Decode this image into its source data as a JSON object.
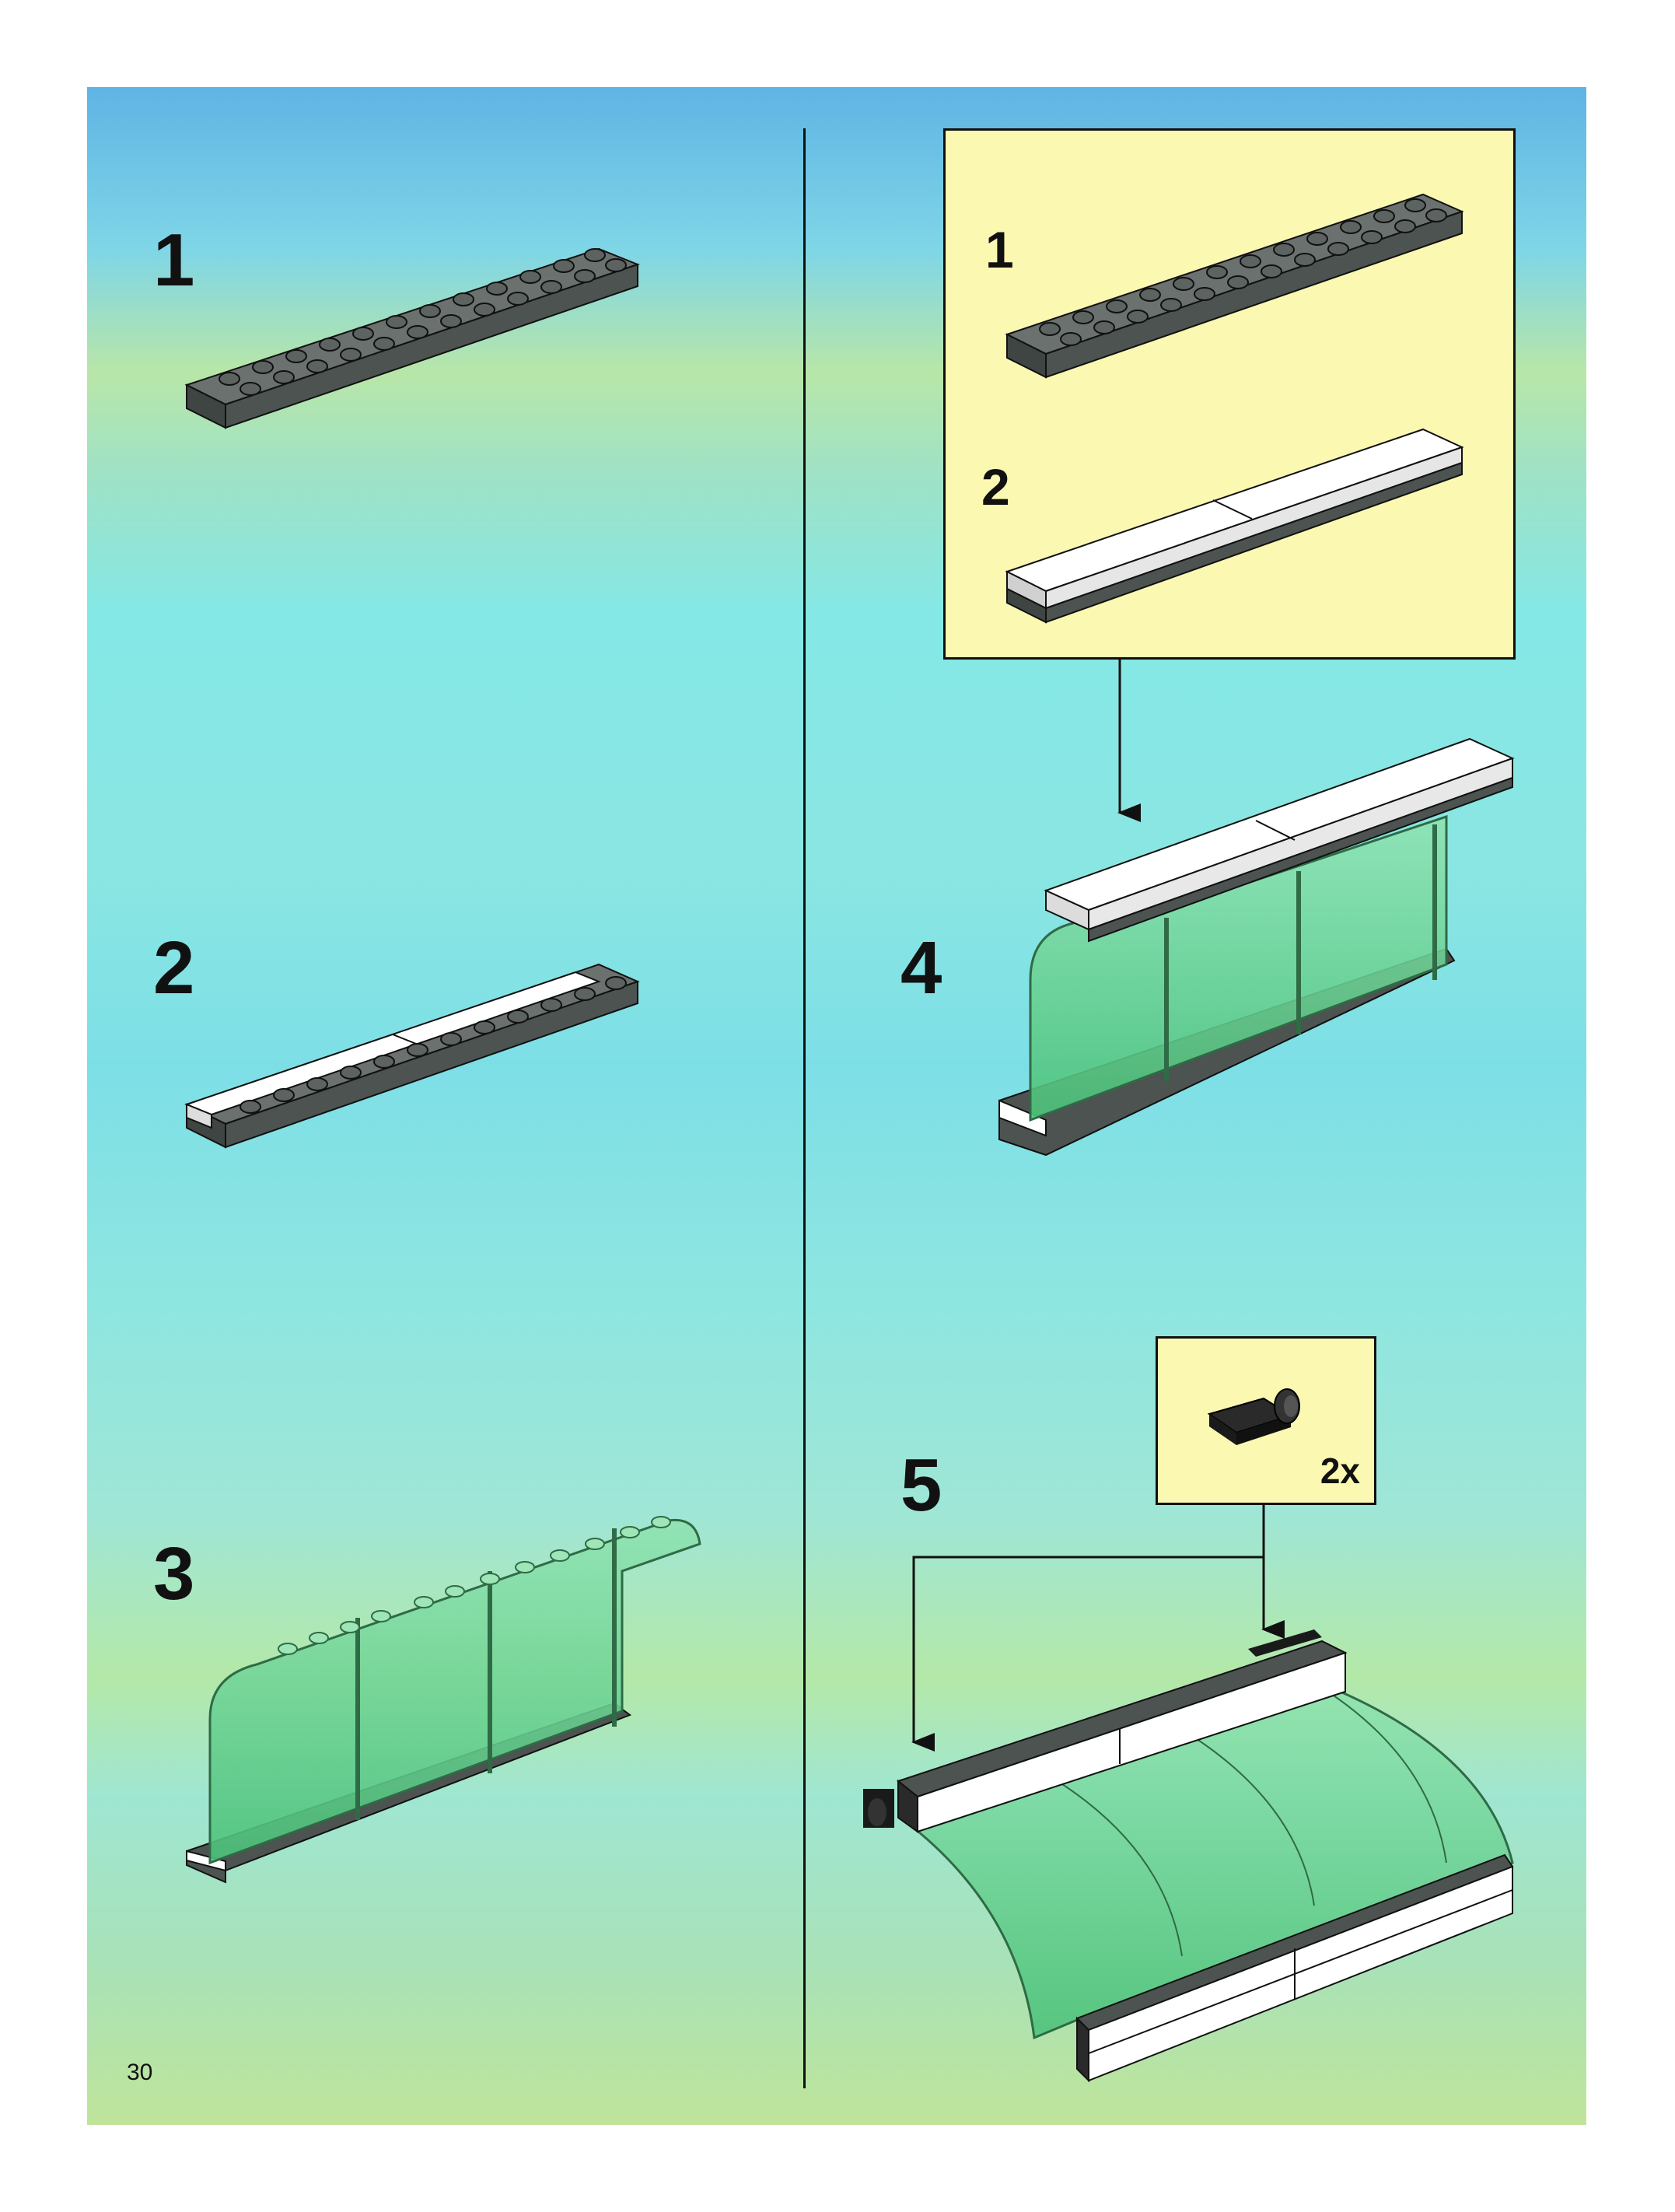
{
  "page_number": "30",
  "steps": {
    "s1": "1",
    "s2": "2",
    "s3": "3",
    "s4": "4",
    "s5": "5"
  },
  "callout_a": {
    "s1": "1",
    "s2": "2"
  },
  "callout_b": {
    "quantity": "2x"
  },
  "colors": {
    "plate_gray": "#5c6360",
    "tile_white": "#ffffff",
    "trans_green": "#6fd79a",
    "callout_bg": "#fbf8b2"
  },
  "icons": [
    "dark-gray-plate-2x12",
    "white-tile-2x4",
    "trans-green-panel",
    "black-hinge-clip",
    "arrow"
  ]
}
